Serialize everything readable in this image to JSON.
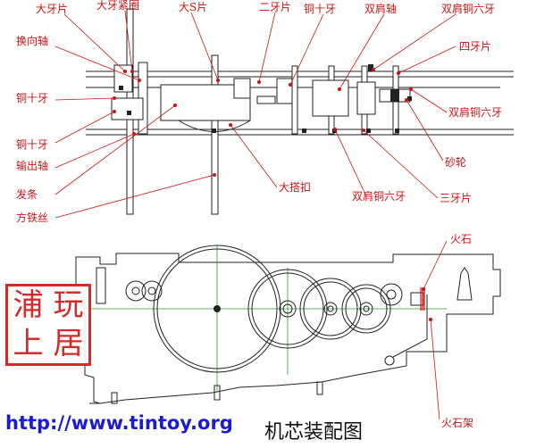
{
  "labels": {
    "da_ya_pian": "大牙片",
    "da_ya_jin_quan": "大牙紧圈",
    "da_s_pian": "大S片",
    "er_ya_pian": "二牙片",
    "tong_shi_ya_top": "铜十牙",
    "shuang_jian_zhou": "双肩轴",
    "shuang_jian_tong_liu_ya_top": "双肩铜六牙",
    "huan_xiang_zhou": "换向轴",
    "si_ya_pian": "四牙片",
    "tong_shi_ya_left1": "铜十牙",
    "shuang_jian_tong_liu_ya_right": "双肩铜六牙",
    "tong_shi_ya_left2": "铜十牙",
    "shu_chu_zhou": "输出轴",
    "sha_lun": "砂轮",
    "fa_tiao": "发条",
    "da_da_kou": "大搭扣",
    "shuang_jian_tong_liu_ya_bottom": "双肩铜六牙",
    "san_ya_pian": "三牙片",
    "fang_tie_si": "方铁丝",
    "huo_shi": "火石",
    "huo_shi_jia": "火石架"
  },
  "seal": {
    "chars": [
      "浦",
      "玩",
      "上",
      "居"
    ]
  },
  "footer": {
    "url": "http://www.tintoy.org",
    "caption": "机芯装配图"
  },
  "colors": {
    "label": "#cc1414",
    "line": "#222222",
    "centerline": "#2e9e2e",
    "url": "#1b1bd6",
    "seal": "#d42a2a"
  }
}
